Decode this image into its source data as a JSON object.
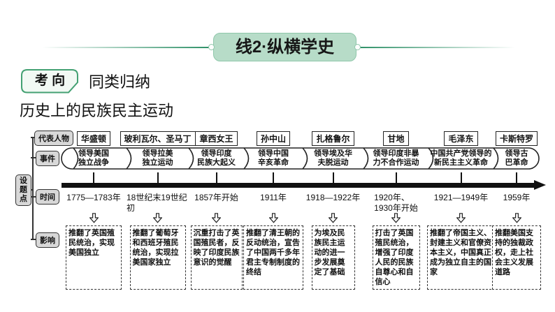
{
  "colors": {
    "accent-green": "#2f9168",
    "green-fill": "#b7dcc8",
    "green-border": "#8fc7aa",
    "label-gray": "#d8d8d8"
  },
  "header": {
    "title": "线2·纵横学史"
  },
  "kaoxiang": {
    "badge": "考 向",
    "label": "同类归纳"
  },
  "section_title": "历史上的民族民主运动",
  "row_labels": {
    "shetidian": "设\n题\n点",
    "people": "代表人物",
    "event": "事件",
    "time": "时间",
    "influence": "影响"
  },
  "columns": [
    {
      "person": "华盛顿",
      "event": "领导美国\n独立战争",
      "time": "1775—1783年",
      "influence": "推翻了英国殖民统治，实现美国独立"
    },
    {
      "person": "玻利瓦尔、圣马丁",
      "event": "领导拉美\n独立运动",
      "time": "18世纪末19世纪初",
      "influence": "推翻了葡萄牙和西班牙殖民统治，实现拉美国家独立"
    },
    {
      "person": "章西女王",
      "event": "领导印度\n民族大起义",
      "time": "1857年开始",
      "influence": "沉重打击了英国殖民者，反映了印度民族意识的觉醒"
    },
    {
      "person": "孙中山",
      "event": "领导中国\n辛亥革命",
      "time": "1911年",
      "influence": "推翻了清王朝的反动统治，宣告了中国两千多年君主专制制度的终结"
    },
    {
      "person": "扎格鲁尔",
      "event": "领导埃及华\n夫脱运动",
      "time": "1918—1922年",
      "influence": "为埃及民族民主运动的进一步发展奠定了基础"
    },
    {
      "person": "甘地",
      "event": "领导印度非暴\n力不合作运动",
      "time": "1920年、\n1930年开始",
      "influence": "打击了英国殖民统治，增强了印度人民的民族自尊心和自信心"
    },
    {
      "person": "毛泽东",
      "event": "中国共产党领导的\n新民主主义革命",
      "time": "1921—1949年",
      "influence": "推翻了帝国主义、封建主义和官僚资本主义，中国真正成为独立自主的国家"
    },
    {
      "person": "卡斯特罗",
      "event": "领导古\n巴革命",
      "time": "1959年",
      "influence": "推翻美国支持的独裁政权，走上社会主义发展道路"
    }
  ]
}
